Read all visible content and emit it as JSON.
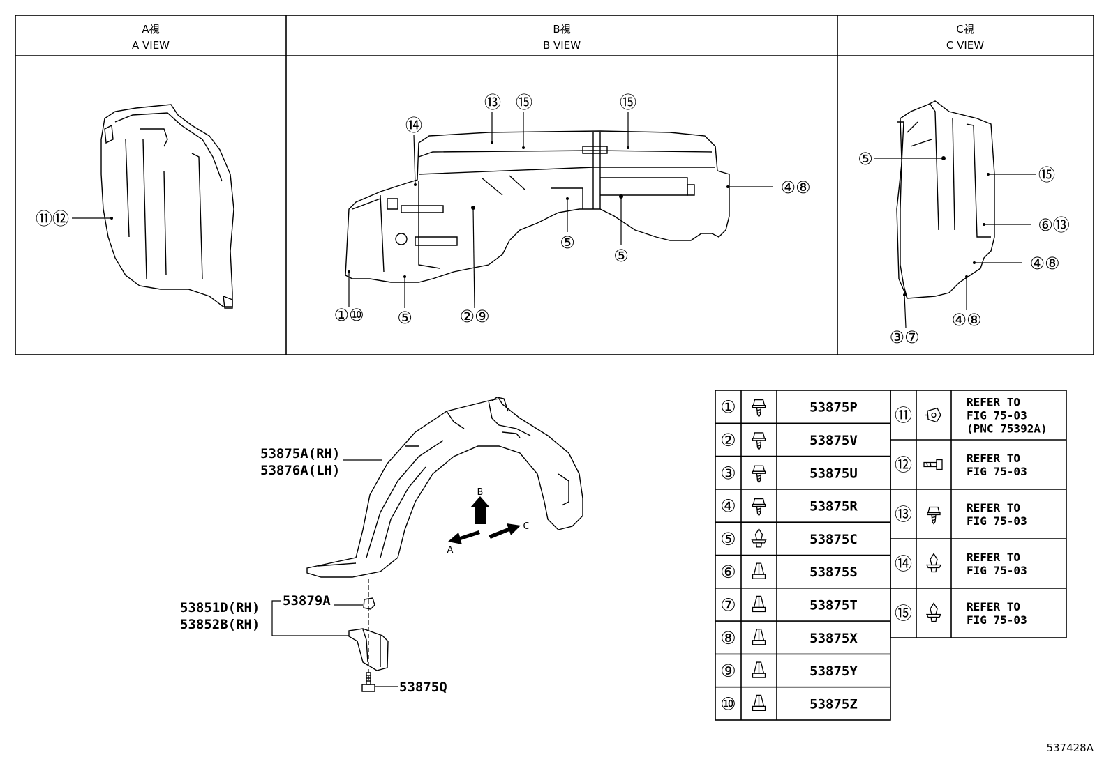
{
  "views": [
    {
      "jp": "A視",
      "en": "A VIEW"
    },
    {
      "jp": "B視",
      "en": "B VIEW"
    },
    {
      "jp": "C視",
      "en": "C VIEW"
    }
  ],
  "callouts": {
    "a_11_12": "⑪⑫",
    "b_13": "⑬",
    "b_15a": "⑮",
    "b_15b": "⑮",
    "b_14": "⑭",
    "b_4_8": "④⑧",
    "b_5a": "⑤",
    "b_5b": "⑤",
    "b_1_10": "①⑩",
    "b_5c": "⑤",
    "b_2_9": "②⑨",
    "c_5": "⑤",
    "c_15": "⑮",
    "c_6_13": "⑥⑬",
    "c_4_8a": "④⑧",
    "c_4_8b": "④⑧",
    "c_3_7": "③⑦"
  },
  "main_labels": {
    "liner_rh": "53875A(RH)",
    "liner_lh": "53876A(LH)",
    "bracket_rh1": "53851D(RH)",
    "bracket_rh2": "53852B(RH)",
    "nut": "53879A",
    "bolt": "53875Q"
  },
  "arrows": {
    "a": "A",
    "b": "B",
    "c": "C"
  },
  "table_left": [
    {
      "num": "①",
      "part": "53875P",
      "icon": "screw-icon"
    },
    {
      "num": "②",
      "part": "53875V",
      "icon": "screw-icon"
    },
    {
      "num": "③",
      "part": "53875U",
      "icon": "screw-icon"
    },
    {
      "num": "④",
      "part": "53875R",
      "icon": "screw-icon"
    },
    {
      "num": "⑤",
      "part": "53875C",
      "icon": "push-clip-icon"
    },
    {
      "num": "⑥",
      "part": "53875S",
      "icon": "grommet-icon"
    },
    {
      "num": "⑦",
      "part": "53875T",
      "icon": "grommet-icon"
    },
    {
      "num": "⑧",
      "part": "53875X",
      "icon": "grommet-icon"
    },
    {
      "num": "⑨",
      "part": "53875Y",
      "icon": "grommet-icon"
    },
    {
      "num": "⑩",
      "part": "53875Z",
      "icon": "grommet-icon"
    }
  ],
  "table_right": [
    {
      "num": "⑪",
      "lines": [
        "REFER TO",
        "FIG 75-03",
        "(PNC 75392A)"
      ],
      "icon": "clip-icon"
    },
    {
      "num": "⑫",
      "lines": [
        "REFER TO",
        "FIG 75-03"
      ],
      "icon": "bolt-icon"
    },
    {
      "num": "⑬",
      "lines": [
        "REFER TO",
        "FIG 75-03"
      ],
      "icon": "screw-icon"
    },
    {
      "num": "⑭",
      "lines": [
        "REFER TO",
        "FIG 75-03"
      ],
      "icon": "push-clip-icon"
    },
    {
      "num": "⑮",
      "lines": [
        "REFER TO",
        "FIG 75-03"
      ],
      "icon": "push-clip-icon"
    }
  ],
  "figure_id": "537428A"
}
